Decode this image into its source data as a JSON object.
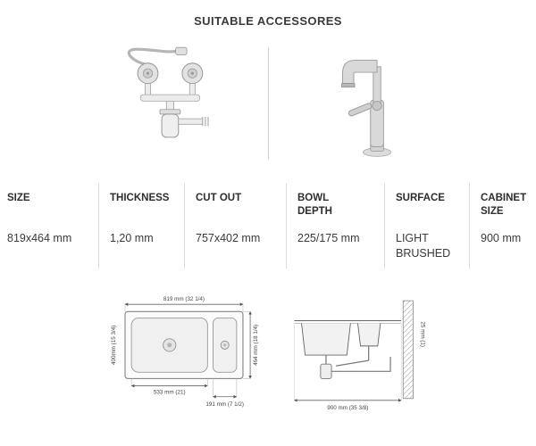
{
  "header": {
    "title": "SUITABLE ACCESSORES"
  },
  "accessories": {
    "items": [
      {
        "name": "drain-siphon-set-image"
      },
      {
        "name": "single-lever-faucet-image"
      }
    ]
  },
  "specs": {
    "columns": [
      {
        "label": "SIZE",
        "value": "819x464 mm"
      },
      {
        "label": "THICKNESS",
        "value": "1,20 mm"
      },
      {
        "label": "CUT OUT",
        "value": "757x402 mm"
      },
      {
        "label": "BOWL DEPTH",
        "value": "225/175 mm"
      },
      {
        "label": "SURFACE",
        "value": "LIGHT BRUSHED"
      },
      {
        "label": "CABINET SIZE",
        "value": "900 mm"
      }
    ]
  },
  "drawings": {
    "top_view": {
      "overall_width": "819 mm (32 1/4)",
      "bowl_front": "400mm (15 3/4)",
      "bowl_width": "533 mm (21)",
      "half_bowl_width": "191 mm (7 1/2)",
      "overall_depth": "464 mm (18 1/4)"
    },
    "section_view": {
      "cabinet_width": "900 mm (35 3/8)",
      "wall_thickness": "25 mm (1)"
    }
  }
}
